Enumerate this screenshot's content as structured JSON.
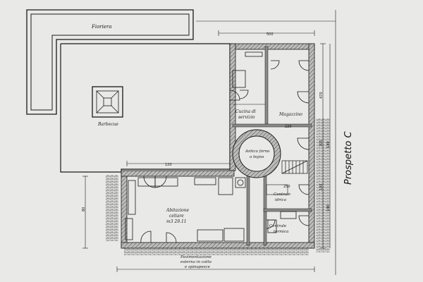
{
  "title": "Prospetto C",
  "rooms": {
    "fioriera": "Fioriera",
    "barbecue": "Barbecue",
    "cucina_line1": "Cucina di",
    "cucina_line2": "servizio",
    "magazzino": "Magazzino",
    "forno_line1": "Antico forno",
    "forno_line2": "a legna",
    "abitazione_line1": "Abitazione",
    "abitazione_line2": "celiare",
    "abitazione_line3": "m3 29.11",
    "centrale_idrica_line1": "Centrale",
    "centrale_idrica_line2": "idrica",
    "centrale_termica_line1": "Centrale",
    "centrale_termica_line2": "termica",
    "pav_line1": "Pavimentazione",
    "pav_line2": "esterna in cotto",
    "pav_line3": "e spinapesce"
  },
  "dimensions": {
    "top": "500",
    "west": "120",
    "d250": "250",
    "d220": "220",
    "d470": "470",
    "d305": "305",
    "d195": "195",
    "d140": "140",
    "d140b": "140",
    "d80": "80"
  },
  "colors": {
    "background": "#e9e9e7",
    "ink": "#1a1a1a",
    "wall_fill": "#8a8a88"
  }
}
